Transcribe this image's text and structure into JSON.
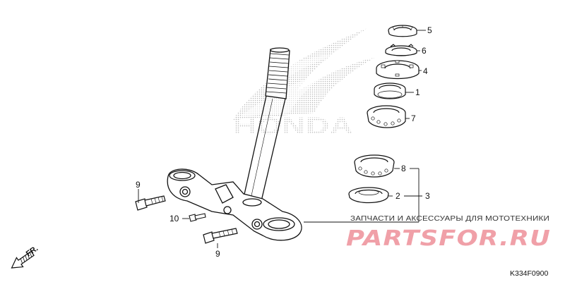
{
  "watermark": {
    "logo_text": "HONDA",
    "color": "#c8c8c8"
  },
  "callouts": {
    "c1": "1",
    "c2": "2",
    "c3": "3",
    "c4": "4",
    "c5": "5",
    "c6": "6",
    "c7": "7",
    "c8": "8",
    "c9a": "9",
    "c9b": "9",
    "c10": "10"
  },
  "direction_label": "FR.",
  "branding": {
    "tagline": "ЗАПЧАСТИ И АКСЕССУАРЫ ДЛЯ МОТОТЕХНИКИ",
    "name": "PARTSFOR.RU",
    "color": "#f0a0a8"
  },
  "diagram_code": "K334F0900"
}
